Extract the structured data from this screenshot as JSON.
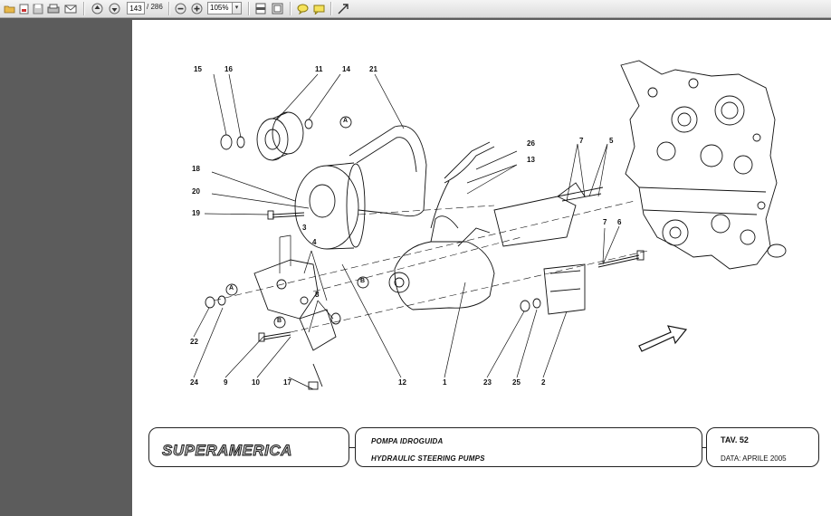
{
  "toolbar": {
    "page_current": "143",
    "page_total": "/ 286",
    "zoom": "105%",
    "icons": [
      "open-folder-icon",
      "print-setup-icon",
      "save-icon",
      "print-icon",
      "email-icon",
      "previous-page-icon",
      "next-page-icon",
      "zoom-out-icon",
      "zoom-in-icon",
      "fit-page-icon",
      "fit-width-icon",
      "comment-icon",
      "highlight-icon",
      "expand-icon"
    ]
  },
  "drawing": {
    "callouts": [
      {
        "id": "c15",
        "text": "15"
      },
      {
        "id": "c16",
        "text": "16"
      },
      {
        "id": "c11",
        "text": "11"
      },
      {
        "id": "c14",
        "text": "14"
      },
      {
        "id": "c21",
        "text": "21"
      },
      {
        "id": "c18",
        "text": "18"
      },
      {
        "id": "c20",
        "text": "20"
      },
      {
        "id": "c19",
        "text": "19"
      },
      {
        "id": "c3",
        "text": "3"
      },
      {
        "id": "c4",
        "text": "4"
      },
      {
        "id": "c26",
        "text": "26"
      },
      {
        "id": "c13",
        "text": "13"
      },
      {
        "id": "c7a",
        "text": "7"
      },
      {
        "id": "c5",
        "text": "5"
      },
      {
        "id": "c7b",
        "text": "7"
      },
      {
        "id": "c6",
        "text": "6"
      },
      {
        "id": "c8",
        "text": "8"
      },
      {
        "id": "c22",
        "text": "22"
      },
      {
        "id": "c24",
        "text": "24"
      },
      {
        "id": "c9",
        "text": "9"
      },
      {
        "id": "c10",
        "text": "10"
      },
      {
        "id": "c17",
        "text": "17"
      },
      {
        "id": "c12",
        "text": "12"
      },
      {
        "id": "c1",
        "text": "1"
      },
      {
        "id": "c23",
        "text": "23"
      },
      {
        "id": "c25",
        "text": "25"
      },
      {
        "id": "c2",
        "text": "2"
      }
    ],
    "refs": {
      "a": "A",
      "b": "B"
    }
  },
  "title_block": {
    "logo": "SUPERAMERICA",
    "title_it": "POMPA IDROGUIDA",
    "title_en": "HYDRAULIC STEERING PUMPS",
    "table": "TAV. 52",
    "date": "DATA: APRILE 2005"
  }
}
